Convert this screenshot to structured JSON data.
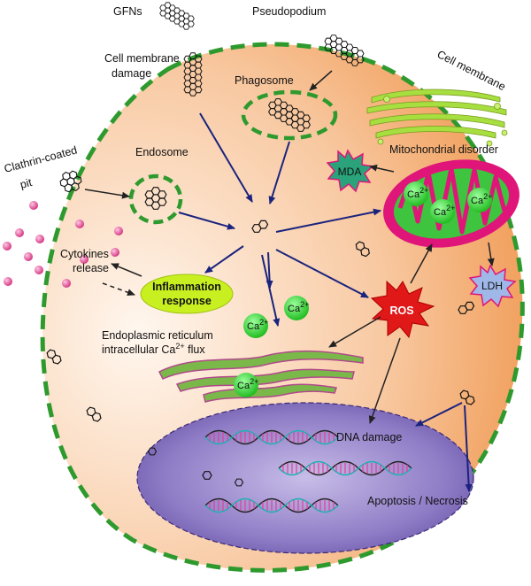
{
  "labels": {
    "gfns": "GFNs",
    "pseudopodium": "Pseudopodium",
    "cell_membrane_damage_1": "Cell membrane",
    "cell_membrane_damage_2": "damage",
    "cell_membrane": "Cell membrane",
    "phagosome": "Phagosome",
    "clathrin_1": "Clathrin-coated",
    "clathrin_2": "pit",
    "endosome": "Endosome",
    "mitochondrial_disorder": "Mitochondrial disorder",
    "mda": "MDA",
    "cytokines_1": "Cytokines",
    "cytokines_2": "release",
    "inflammation_1": "Inflammation",
    "inflammation_2": "response",
    "ros": "ROS",
    "ldh": "LDH",
    "er_1": "Endoplasmic reticulum",
    "er_2": "intracellular Ca",
    "er_2_sup": "2+",
    "er_2_end": " flux",
    "dna_damage": "DNA damage",
    "apoptosis": "Apoptosis / Necrosis",
    "ca": "Ca",
    "ca_sup": "2+"
  },
  "colors": {
    "membrane": "#2e9a2e",
    "arrow": "#1a237e",
    "nucleus": "#7b68b8",
    "mito_outer": "#e0157a",
    "mito_inner": "#3ec43e",
    "ca_ball": "#32d232",
    "ros_star": "#e01818",
    "mda_star": "#2aa27a",
    "ldh_star": "#9fb8e8",
    "inflammation": "#c8f020",
    "cytokine": "#e0509a"
  }
}
